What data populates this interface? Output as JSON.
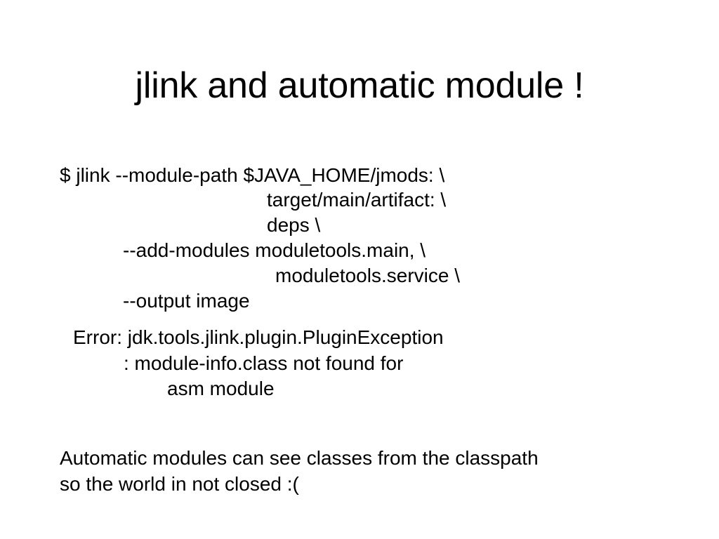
{
  "slide": {
    "title": "jlink and automatic module !",
    "background_color": "#ffffff",
    "text_color": "#000000",
    "command_block": {
      "lines": [
        "$ jlink --module-path $JAVA_HOME/jmods: \\",
        "target/main/artifact: \\",
        "deps \\",
        "--add-modules moduletools.main, \\",
        "moduletools.service \\",
        "--output image"
      ]
    },
    "error_block": {
      "lines": [
        "Error: jdk.tools.jlink.plugin.PluginException",
        ": module-info.class not found for",
        "asm module"
      ]
    },
    "outro_block": {
      "lines": [
        "Automatic modules can see classes from the classpath",
        "so the world in not closed :("
      ]
    }
  }
}
